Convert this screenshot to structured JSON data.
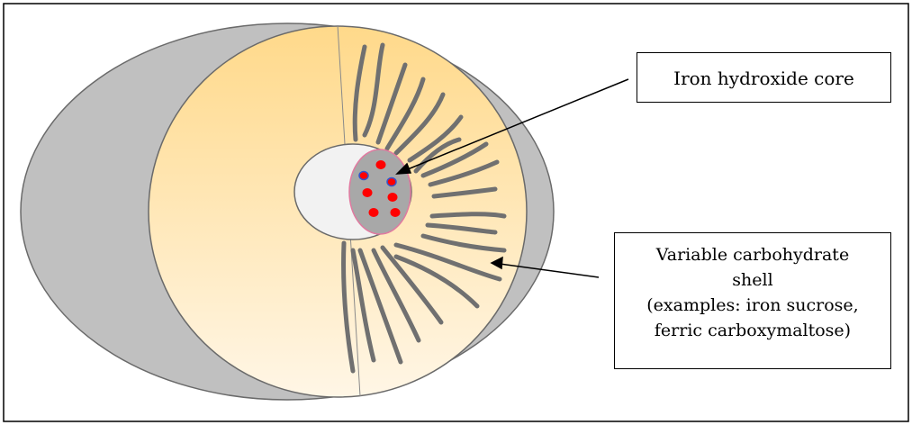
{
  "labels": {
    "core": "Iron hydroxide core",
    "shell_line1": "Variable carbohydrate",
    "shell_line2": "shell",
    "shell_line3": "(examples: iron sucrose,",
    "shell_line4": "ferric carboxymaltose)"
  },
  "colors": {
    "outer_shell": "#c0c0c0",
    "shell_gradient_top": "#ffd98a",
    "shell_gradient_bottom": "#fff6e6",
    "strand": "#707070",
    "core_fill": "#a8a8a8",
    "core_border": "#e07aa0",
    "iron_particles": "#ff0000",
    "inner_cavity": "#f2f2f2"
  }
}
